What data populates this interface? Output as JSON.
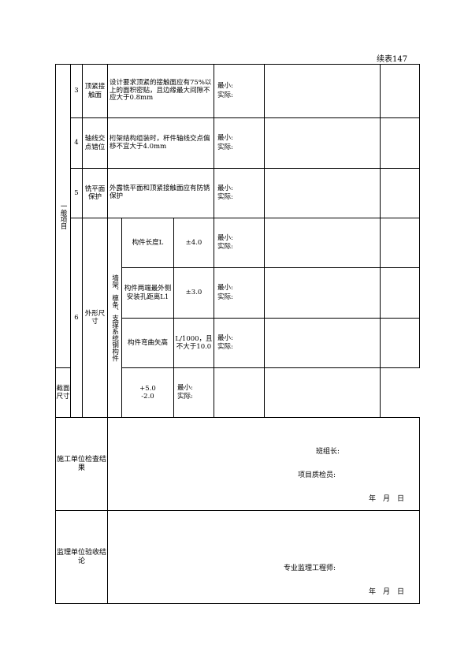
{
  "page_label": "续表147",
  "section_label": "一般项目",
  "rows": [
    {
      "num": "3",
      "item": "顶紧接触面",
      "requirement": "设计要求顶紧的接触面应有75%以上的面积密贴，且边缘最大间隙不应大于0.8mm",
      "min": "最小:",
      "actual": "实际:"
    },
    {
      "num": "4",
      "item": "轴线交点错位",
      "requirement": "桁架结构组装时，杆件轴线交点偏移不宜大于4.0mm",
      "min": "最小:",
      "actual": "实际:"
    },
    {
      "num": "5",
      "item": "铣平面保护",
      "requirement": "外露铣平面和顶紧接触面应有防锈保护",
      "min": "最小:",
      "actual": "实际:"
    }
  ],
  "row6": {
    "num": "6",
    "item": "外形尺寸",
    "category": "墙架、檩条、支撑系统钢构件",
    "subrows": [
      {
        "name": "构件长度L",
        "tolerance": "±4.0",
        "min": "最小:",
        "actual": "实际:"
      },
      {
        "name": "构件两端最外侧安装孔距离L1",
        "tolerance": "±3.0",
        "min": "最小:",
        "actual": "实际:"
      },
      {
        "name": "构件弯曲矢高",
        "tolerance": "L/1000，且不大于10.0",
        "min": "最小:",
        "actual": "实际:"
      },
      {
        "name": "截面尺寸",
        "tolerance": "+5.0\n-2.0",
        "min": "最小:",
        "actual": "实际:"
      }
    ]
  },
  "construction": {
    "label": "施工单位检查结果",
    "team_leader": "班组长:",
    "quality_inspector": "项目质检员:",
    "date": "年　月　日"
  },
  "supervision": {
    "label": "监理单位验收结论",
    "engineer": "专业监理工程师:",
    "date": "年　月　日"
  }
}
